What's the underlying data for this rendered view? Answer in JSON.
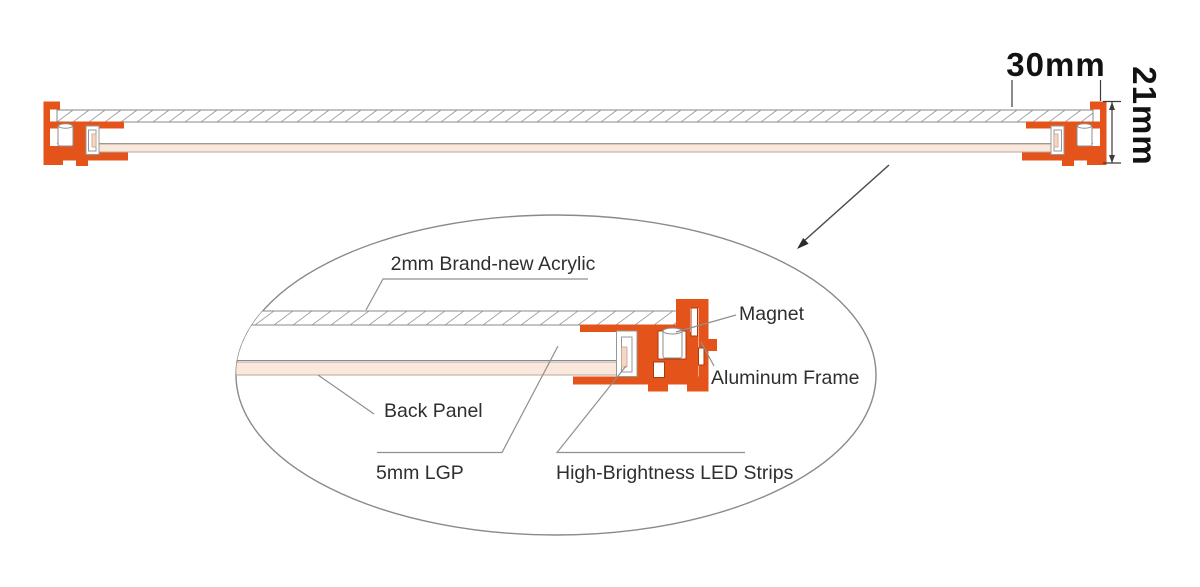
{
  "page": {
    "background": "#ffffff"
  },
  "dimensions": {
    "width": "30mm",
    "height": "21mm"
  },
  "labels": {
    "acrylic": "2mm Brand-new Acrylic",
    "magnet": "Magnet",
    "aluminum_frame": "Aluminum Frame",
    "back_panel": "Back Panel",
    "lgp": "5mm LGP",
    "led_strips": "High-Brightness LED Strips"
  },
  "colors": {
    "frame_orange": "#e4531a",
    "frame_outline": "#aa3a0c",
    "back_panel_pink": "#fbe8dc",
    "led_pink": "#f7d6c2",
    "line_gray": "#8f8f8f",
    "label_text": "#2f2f2f",
    "dimension_text": "#121212"
  }
}
